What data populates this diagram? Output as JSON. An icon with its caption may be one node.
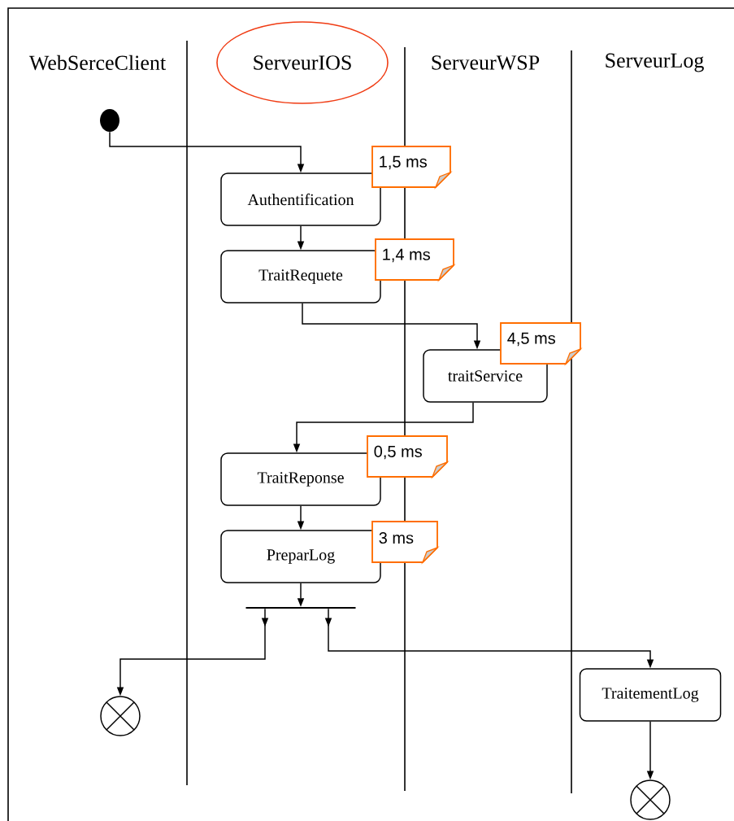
{
  "diagram": {
    "nodes": [
      {
        "text": [
          "ServeurIOS"
        ]
      },
      {
        "text": [],
        "shape": "circle"
      },
      {
        "text": [
          "Authentification"
        ],
        "beside": [
          "1,5 ms"
        ]
      },
      {
        "text": [
          "TraitRequete"
        ],
        "beside": [
          "1,4 ms"
        ]
      },
      {
        "text": [
          "traitService"
        ],
        "beside": [
          "4,5 ms"
        ]
      },
      {
        "text": [
          "TraitReponse"
        ],
        "beside": [
          "0,5 ms"
        ]
      },
      {
        "text": [
          "PreparLog"
        ],
        "beside": [
          "3 ms"
        ]
      },
      {
        "text": [],
        "shape": "bar"
      },
      {
        "text": [],
        "shape": "circle"
      },
      {
        "text": [
          "TraitementLog"
        ]
      },
      {
        "text": [],
        "shape": "circle"
      }
    ],
    "edges": [
      {
        "from": 1,
        "to": 2,
        "arrow": "to"
      },
      {
        "from": 2,
        "to": 3,
        "arrow": "to"
      },
      {
        "from": 3,
        "to": 4,
        "arrow": "to"
      },
      {
        "from": 4,
        "to": 5,
        "arrow": "to"
      },
      {
        "from": 5,
        "to": 6,
        "arrow": "to"
      },
      {
        "from": 6,
        "to": 7,
        "arrow": "to"
      },
      {
        "from": 7,
        "to": 8,
        "arrow": "to"
      },
      {
        "from": 7,
        "to": 9,
        "arrow": "to"
      },
      {
        "from": 9,
        "to": 10,
        "arrow": "to"
      }
    ],
    "labels": [
      "WebSerceClient",
      "ServeurWSP",
      "ServeurLog"
    ]
  }
}
